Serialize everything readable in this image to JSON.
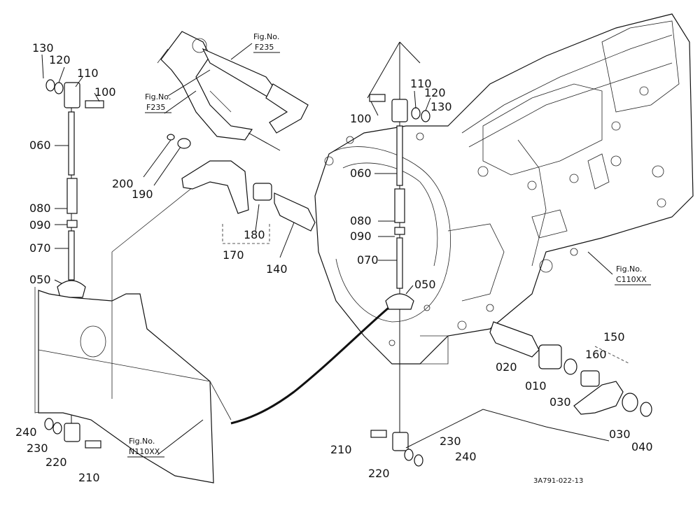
{
  "labels": {
    "p130_l": "130",
    "p120_l": "120",
    "p110_l": "110",
    "p100_l": "100",
    "p060_l": "060",
    "p080_l": "080",
    "p090_l": "090",
    "p070_l": "070",
    "p050_l": "050",
    "p240_l": "240",
    "p230_l": "230",
    "p220_l": "220",
    "p210_l": "210",
    "p200": "200",
    "p190": "190",
    "p180": "180",
    "p170": "170",
    "p140": "140",
    "p100_r": "100",
    "p110_r": "110",
    "p120_r": "120",
    "p130_r": "130",
    "p060_r": "060",
    "p080_r": "080",
    "p090_r": "090",
    "p070_r": "070",
    "p050_r": "050",
    "p020": "020",
    "p010": "010",
    "p030_a": "030",
    "p030_b": "030",
    "p040": "040",
    "p150": "150",
    "p160": "160",
    "p210_r": "210",
    "p220_r": "220",
    "p230_r": "230",
    "p240_r": "240"
  },
  "refs": {
    "f235_top_a": "Fig.No.",
    "f235_top_b": "F235",
    "f235_mid_a": "Fig.No.",
    "f235_mid_b": "F235",
    "c110_a": "Fig.No.",
    "c110_b": "C110XX",
    "n110_a": "Fig.No.",
    "n110_b": "N110XX"
  },
  "drawing_code": "3A791-022-13"
}
